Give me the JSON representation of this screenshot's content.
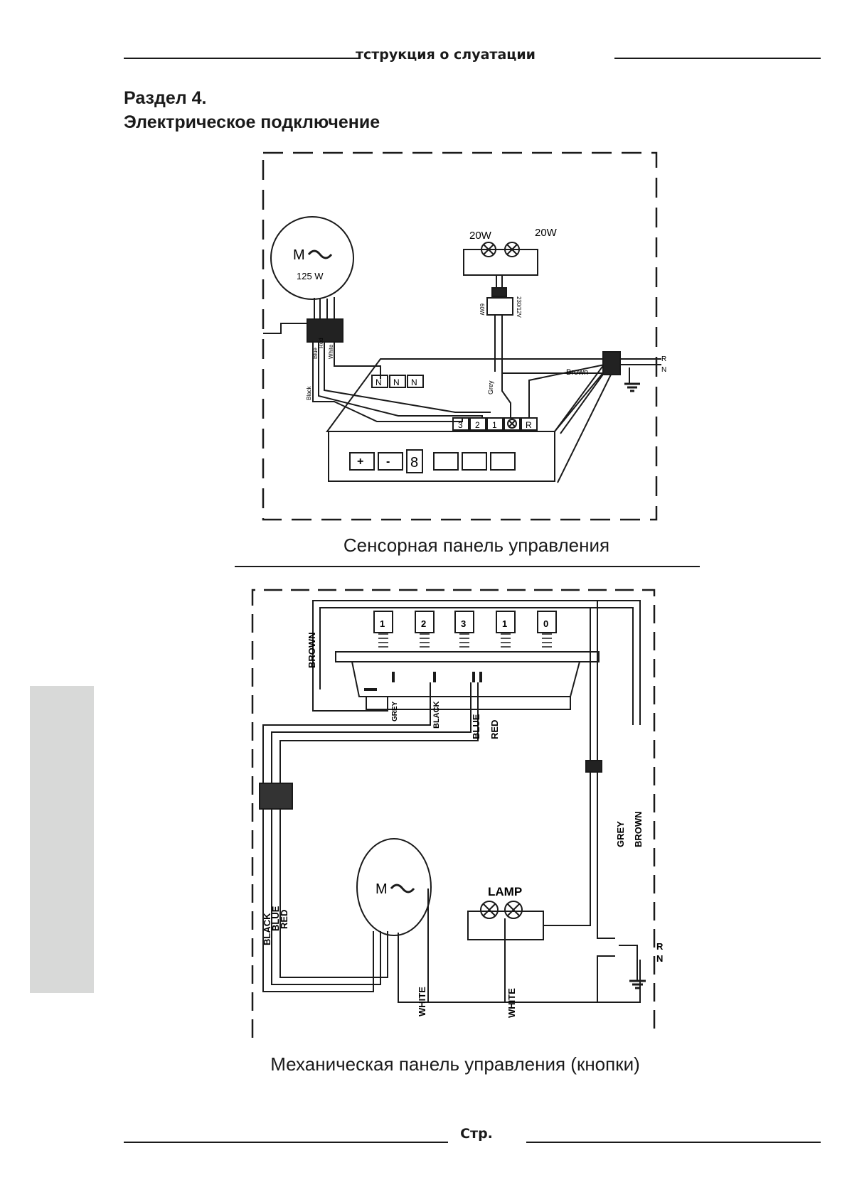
{
  "header": {
    "running_title": "тструкция о  слуатации"
  },
  "section": {
    "number": "Раздел 4.",
    "title": "Электрическое подключение"
  },
  "touch_diagram": {
    "motor_symbol": "M",
    "motor_power": "125 W",
    "lamp_left": "20W",
    "lamp_right": "20W",
    "transformer_left": "60W",
    "transformer_right": "230/12V",
    "motor_wires": [
      "Black",
      "Blue",
      "Red",
      "White"
    ],
    "grey_wire": "Grey",
    "brown_wire": "Brown",
    "neutral_terminals": [
      "N",
      "N",
      "N"
    ],
    "control_terminals": [
      "3",
      "2",
      "1",
      "R"
    ],
    "mains_r": "R",
    "mains_n": "N",
    "display_digit": "8",
    "caption": "Сенсорная панель управления"
  },
  "mechanical_diagram": {
    "button_labels": [
      "1",
      "2",
      "3",
      "1",
      "0"
    ],
    "wire_brown": "BROWN",
    "wire_grey": "GREY",
    "wire_black": "BLACK",
    "wire_blue": "BLUE",
    "wire_red": "RED",
    "wire_white": "WHITE",
    "motor_symbol": "M",
    "lamp_label": "LAMP",
    "mains_r": "R",
    "mains_n": "N",
    "caption": "Механическая панель управления (кнопки)"
  },
  "footer": {
    "page_label": "Стр."
  }
}
